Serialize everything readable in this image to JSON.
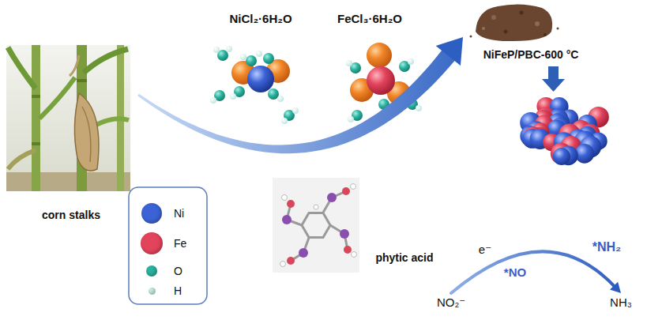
{
  "diagram": {
    "nodes": [
      {
        "text": [
          "corn stalks"
        ]
      },
      {
        "text": [
          "NiFeP/PBC-600 °C"
        ]
      },
      {
        "text": [
          "NO₂⁻"
        ]
      },
      {
        "text": [
          "NH₃"
        ]
      }
    ],
    "edges": [
      {
        "from": 0,
        "to": 1,
        "arrow": "to"
      },
      {
        "from": 2,
        "to": 3,
        "arrow": "to"
      }
    ],
    "labels": [
      "NiCl₂·6H₂O",
      "FeCl₃·6H₂O",
      "phytic acid",
      "e⁻",
      "*NO",
      "*NH₂"
    ],
    "legend": [
      {
        "text": "Ni",
        "color": "#3b63d6"
      },
      {
        "text": "Fe",
        "color": "#e2445c"
      },
      {
        "text": "O",
        "color": "#2bb3a0"
      },
      {
        "text": "H",
        "color": "#cdeee8"
      }
    ]
  }
}
